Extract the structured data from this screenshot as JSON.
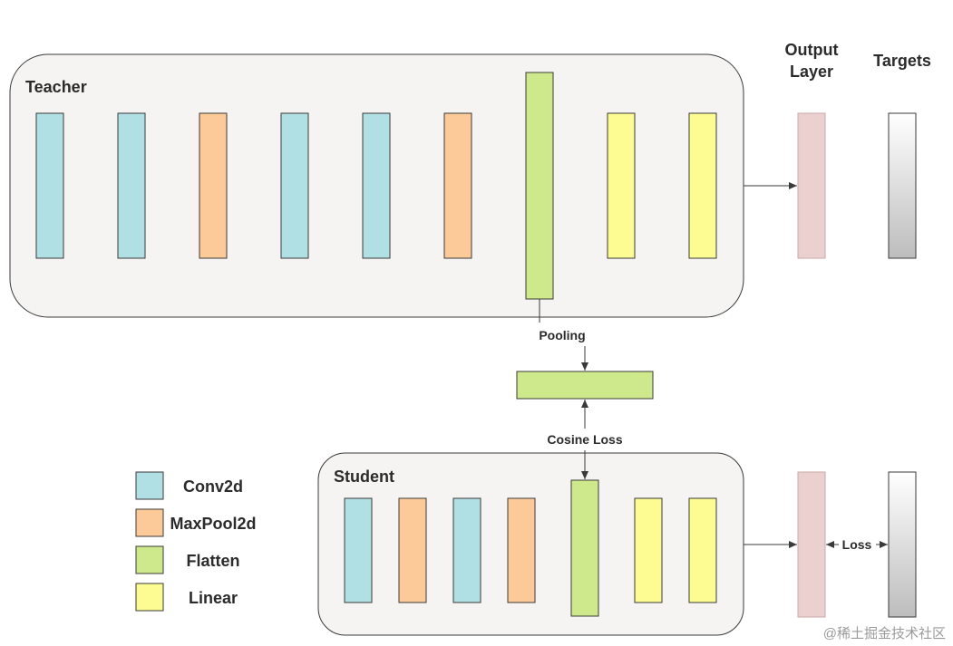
{
  "colors": {
    "conv2d": "#b0e0e3",
    "maxpool2d": "#fcc998",
    "flatten": "#cde98b",
    "linear": "#fcfc93",
    "output_layer": "#ead0cf",
    "group_fill": "#f5f4f2",
    "stroke": "#3a3a3a"
  },
  "teacher": {
    "title": "Teacher",
    "layers": [
      "conv2d",
      "conv2d",
      "maxpool2d",
      "conv2d",
      "conv2d",
      "maxpool2d",
      "flatten",
      "linear",
      "linear"
    ]
  },
  "student": {
    "title": "Student",
    "layers": [
      "conv2d",
      "maxpool2d",
      "conv2d",
      "maxpool2d",
      "flatten",
      "linear",
      "linear"
    ]
  },
  "headers": {
    "output_layer_line1": "Output",
    "output_layer_line2": "Layer",
    "targets": "Targets"
  },
  "labels": {
    "pooling": "Pooling",
    "cosine_loss": "Cosine Loss",
    "loss": "Loss"
  },
  "legend": [
    {
      "label": "Conv2d",
      "type": "conv2d"
    },
    {
      "label": "MaxPool2d",
      "type": "maxpool2d"
    },
    {
      "label": "Flatten",
      "type": "flatten"
    },
    {
      "label": "Linear",
      "type": "linear"
    }
  ],
  "watermark": "@稀土掘金技术社区"
}
